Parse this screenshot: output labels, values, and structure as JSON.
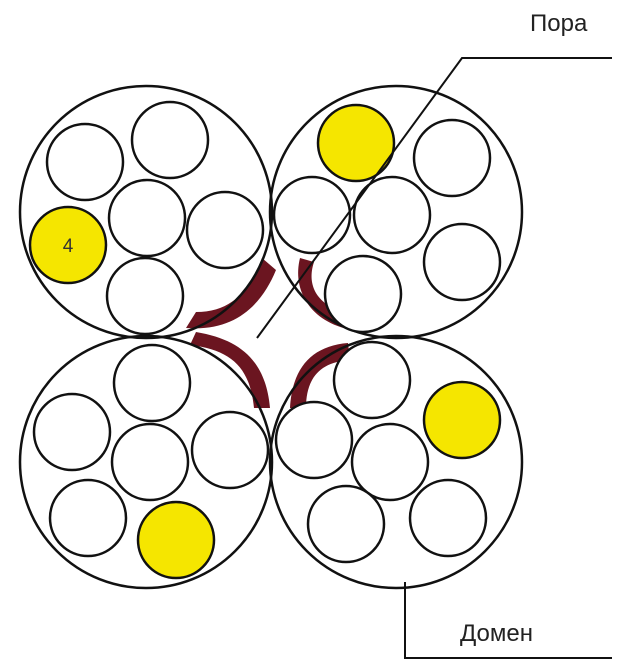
{
  "labels": {
    "pore": "Пора",
    "domain": "Домен"
  },
  "marker_label": "4",
  "colors": {
    "stroke": "#111111",
    "particle_fill": "#ffffff",
    "highlight_fill": "#f5e600",
    "pore_fill": "#6b1520"
  }
}
